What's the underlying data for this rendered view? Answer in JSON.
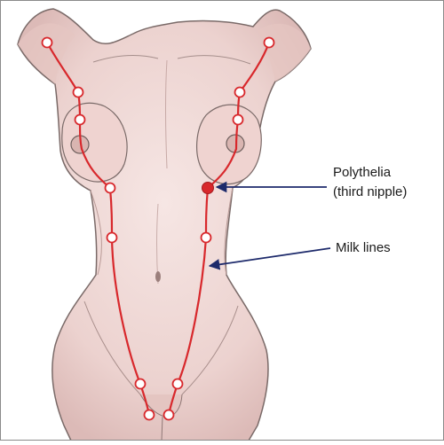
{
  "annotations": {
    "polythelia_line1": "Polythelia",
    "polythelia_line2": "(third nipple)",
    "milk_lines": "Milk lines"
  },
  "colors": {
    "milk_line": "#d8282c",
    "arrow": "#1d2a6b",
    "skin": "#efd8d6",
    "skin_shadow": "#d9b9b6",
    "outline": "#7a6a68",
    "label_text": "#1a1a1a"
  }
}
